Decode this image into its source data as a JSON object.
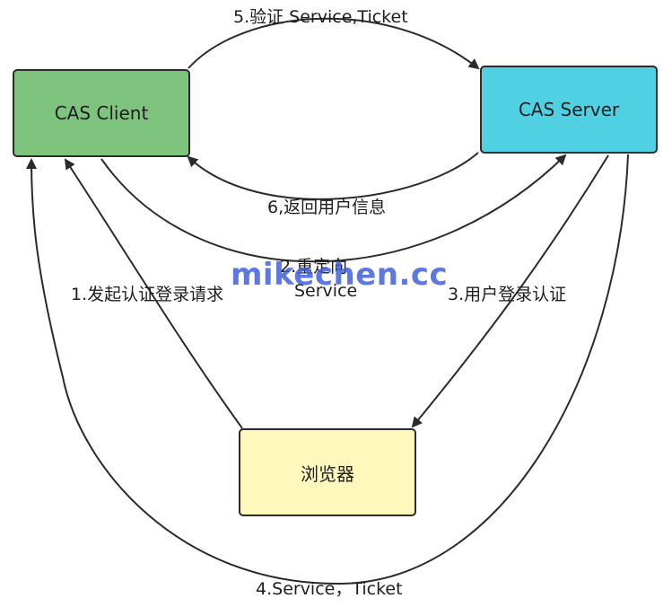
{
  "nodes": {
    "client": {
      "label": "CAS Client",
      "color": "#7ec47e"
    },
    "server": {
      "label": "CAS Server",
      "color": "#4fd0e3"
    },
    "browser": {
      "label": "浏览器",
      "color": "#fff8bd"
    }
  },
  "edges": {
    "step1": "1.发起认证登录请求",
    "step2_line1": "2.重定向",
    "step2_line2": "Service",
    "step3": "3.用户登录认证",
    "step4": "4.Service，Ticket",
    "step5": "5.验证 Service,Ticket",
    "step6": "6,返回用户信息"
  },
  "watermark": "mikechen.cc",
  "colors": {
    "stroke": "#2b2b2b"
  }
}
